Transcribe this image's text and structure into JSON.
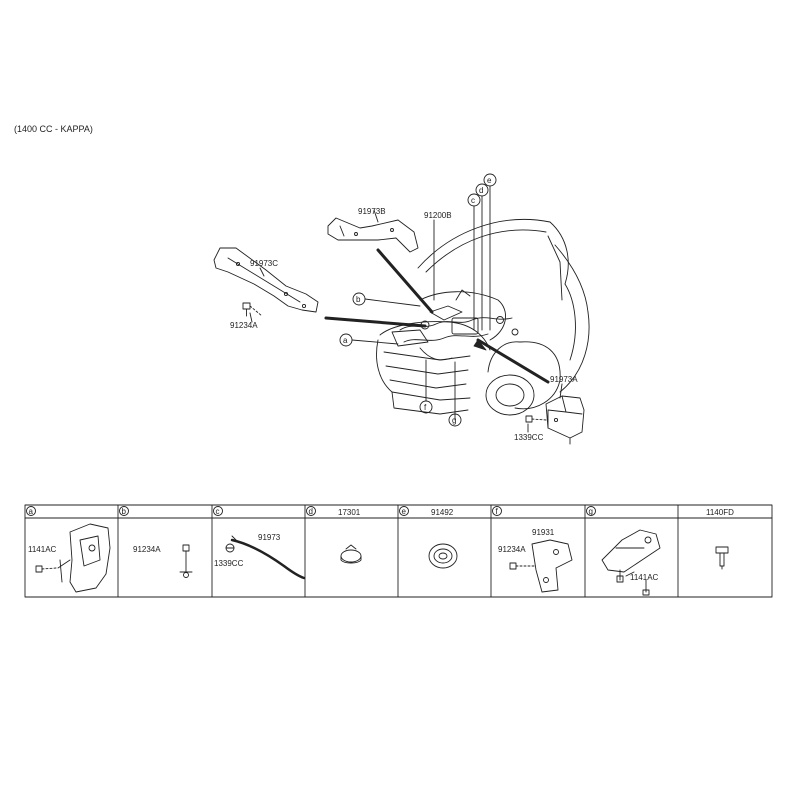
{
  "title": "(1400 CC - KAPPA)",
  "main_labels": {
    "p91973B": "91973B",
    "p91200B": "91200B",
    "p91973C": "91973C",
    "p91234A": "91234A",
    "p91973A": "91973A",
    "p1339CC": "1339CC"
  },
  "callouts": {
    "a": "a",
    "b": "b",
    "c": "c",
    "d": "d",
    "e": "e",
    "f": "f",
    "g": "g"
  },
  "table": {
    "cells": [
      {
        "letter": "a",
        "part": "",
        "labels": [
          "1141AC"
        ]
      },
      {
        "letter": "b",
        "part": "",
        "labels": [
          "91234A"
        ]
      },
      {
        "letter": "c",
        "part": "",
        "labels": [
          "91973",
          "1339CC"
        ]
      },
      {
        "letter": "d",
        "part": "17301",
        "labels": []
      },
      {
        "letter": "e",
        "part": "91492",
        "labels": []
      },
      {
        "letter": "f",
        "part": "",
        "labels": [
          "91931",
          "91234A"
        ]
      },
      {
        "letter": "g",
        "part": "",
        "labels": [
          "1141AC"
        ]
      },
      {
        "letter": "",
        "part": "1140FD",
        "labels": []
      }
    ]
  }
}
